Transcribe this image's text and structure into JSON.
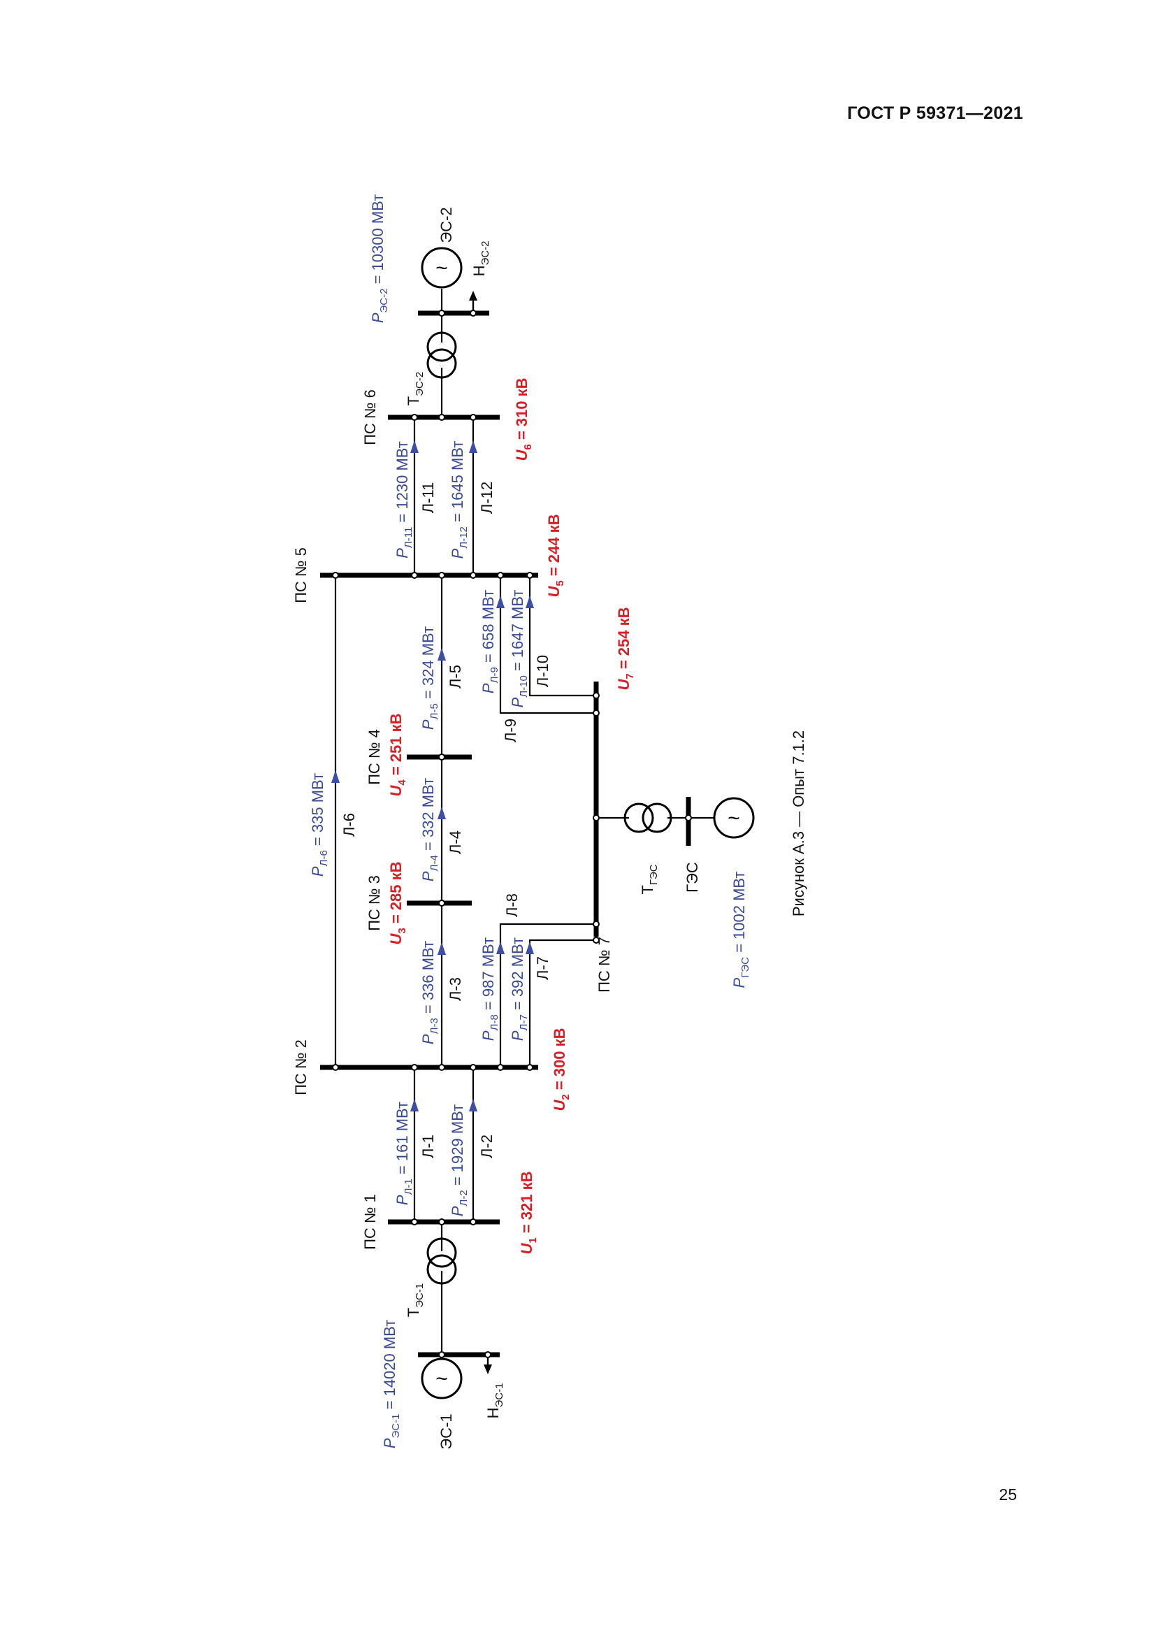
{
  "header": {
    "doc_code": "ГОСТ Р 59371—2021"
  },
  "footer": {
    "page_number": "25"
  },
  "figure": {
    "caption": "Рисунок А.3 — Опыт 7.1.2"
  },
  "symbols": {
    "gen_glyph": "~"
  },
  "stations": {
    "ps1": "ПС № 1",
    "ps2": "ПС № 2",
    "ps3": "ПС № 3",
    "ps4": "ПС № 4",
    "ps5": "ПС № 5",
    "ps6": "ПС № 6",
    "ps7": "ПС № 7",
    "es1": "ЭС-1",
    "es2": "ЭС-2",
    "ges": "ГЭС"
  },
  "transformers": {
    "t_es1": {
      "main": "Т",
      "sub": "ЭС-1"
    },
    "t_es2": {
      "main": "Т",
      "sub": "ЭС-2"
    },
    "t_ges": {
      "main": "Т",
      "sub": "ГЭС"
    }
  },
  "loads": {
    "n_es1": {
      "main": "Н",
      "sub": "ЭС-1"
    },
    "n_es2": {
      "main": "Н",
      "sub": "ЭС-2"
    }
  },
  "lines": [
    "Л-1",
    "Л-2",
    "Л-3",
    "Л-4",
    "Л-5",
    "Л-6",
    "Л-7",
    "Л-8",
    "Л-9",
    "Л-10",
    "Л-11",
    "Л-12"
  ],
  "powers": {
    "es1": {
      "p": "P",
      "sub": "ЭС-1",
      "value": " = 14020 МВт"
    },
    "es2": {
      "p": "P",
      "sub": "ЭС-2",
      "value": " = 10300 МВт"
    },
    "ges": {
      "p": "P",
      "sub": "ГЭС",
      "value": " = 1002 МВт"
    },
    "l1": {
      "p": "P",
      "sub": "Л-1",
      "value": " = 161 МВт"
    },
    "l2": {
      "p": "P",
      "sub": "Л-2",
      "value": " = 1929 МВт"
    },
    "l3": {
      "p": "P",
      "sub": "Л-3",
      "value": " = 336 МВт"
    },
    "l4": {
      "p": "P",
      "sub": "Л-4",
      "value": " = 332 МВт"
    },
    "l5": {
      "p": "P",
      "sub": "Л-5",
      "value": " = 324 МВт"
    },
    "l6": {
      "p": "P",
      "sub": "Л-6",
      "value": " = 335 МВт"
    },
    "l7": {
      "p": "P",
      "sub": "Л-7",
      "value": " = 392 МВт"
    },
    "l8": {
      "p": "P",
      "sub": "Л-8",
      "value": " = 987 МВт"
    },
    "l9": {
      "p": "P",
      "sub": "Л-9",
      "value": " = 658 МВт"
    },
    "l10": {
      "p": "P",
      "sub": "Л-10",
      "value": " = 1647 МВт"
    },
    "l11": {
      "p": "P",
      "sub": "Л-11",
      "value": " = 1230 МВт"
    },
    "l12": {
      "p": "P",
      "sub": "Л-12",
      "value": " = 1645 МВт"
    }
  },
  "voltages": {
    "u1": {
      "u": "U",
      "sub": "1",
      "value": " = 321 кВ"
    },
    "u2": {
      "u": "U",
      "sub": "2",
      "value": " = 300 кВ"
    },
    "u3": {
      "u": "U",
      "sub": "3",
      "value": " = 285 кВ"
    },
    "u4": {
      "u": "U",
      "sub": "4",
      "value": " = 251 кВ"
    },
    "u5": {
      "u": "U",
      "sub": "5",
      "value": " = 244 кВ"
    },
    "u6": {
      "u": "U",
      "sub": "6",
      "value": " = 310 кВ"
    },
    "u7": {
      "u": "U",
      "sub": "7",
      "value": " = 254 кВ"
    }
  },
  "colors": {
    "power_label": "#3a4a92",
    "voltage_label": "#d52027",
    "arrow": "#3d4ea3"
  }
}
